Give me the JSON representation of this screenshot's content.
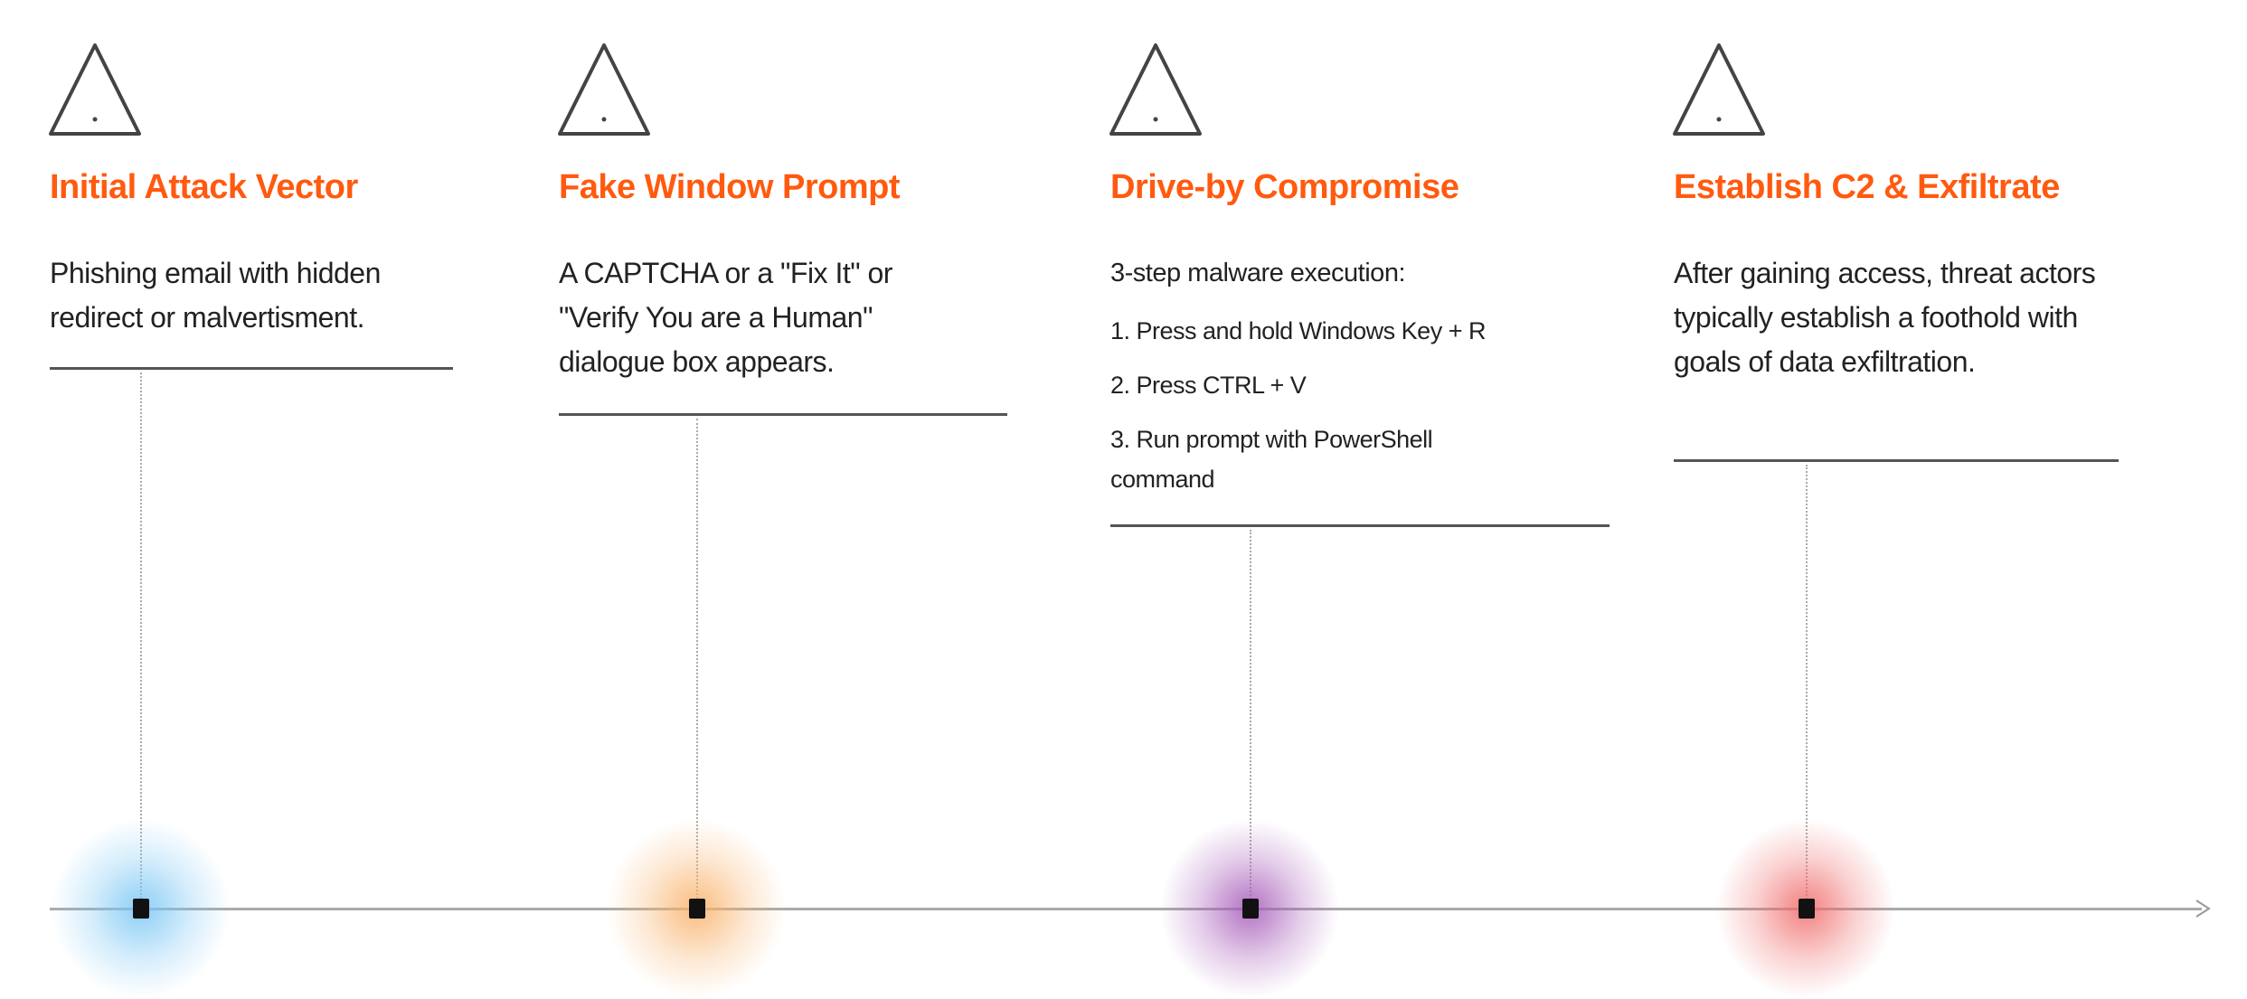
{
  "accent_color": "#ff5a0f",
  "steps": [
    {
      "icon": "warning-triangle-icon",
      "title": "Initial Attack Vector",
      "body": "Phishing email with hidden redirect or malvertisment.",
      "glow": "#79c6f4"
    },
    {
      "icon": "warning-triangle-icon",
      "title": "Fake Window Prompt",
      "body": "A CAPTCHA or a \"Fix It\" or \"Verify You are a Human\" dialogue box appears.",
      "glow": "#f8b26a"
    },
    {
      "icon": "warning-triangle-icon",
      "title": "Drive-by Compromise",
      "body": "3-step malware execution:",
      "list": [
        "1. Press and hold Windows Key + R",
        "2. Press CTRL + V",
        "3. Run prompt with PowerShell command"
      ],
      "glow": "#a55ab8"
    },
    {
      "icon": "warning-triangle-icon",
      "title": "Establish C2 & Exfiltrate",
      "body": "After gaining access, threat actors typically establish a foothold with goals of data exfiltration.",
      "glow": "#f06a6a"
    }
  ]
}
